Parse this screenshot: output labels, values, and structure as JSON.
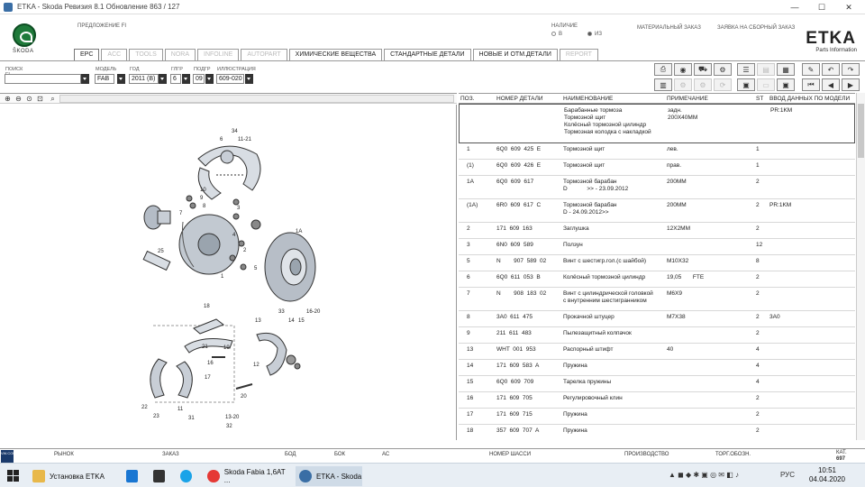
{
  "window": {
    "title": "ETKA - Skoda Ревизия 8.1 Обновление 863 / 127",
    "minimize": "—",
    "maximize": "☐",
    "close": "✕"
  },
  "header": {
    "proposal_label": "ПРЕДЛОЖЕНИЕ FI",
    "availability_label": "НАЛИЧИЕ",
    "radio_v": "В",
    "radio_iz": "ИЗ",
    "material_order": "МАТЕРИАЛЬНЫЙ ЗАКАЗ",
    "collective_order": "ЗАЯВКА НА СБОРНЫЙ ЗАКАЗ",
    "brand": "ŠKODA",
    "etka_logo": "ETKA",
    "etka_sub": "Parts Information"
  },
  "tabs": [
    {
      "label": "EPC",
      "state": "active"
    },
    {
      "label": "ACC",
      "state": "disabled"
    },
    {
      "label": "TOOLS",
      "state": "disabled"
    },
    {
      "label": "NORA",
      "state": "disabled"
    },
    {
      "label": "INFOLINE",
      "state": "disabled"
    },
    {
      "label": "AUTOPART",
      "state": "disabled"
    },
    {
      "label": "ХИМИЧЕСКИЕ ВЕЩЕСТВА",
      "state": "enabled"
    },
    {
      "label": "СТАНДАРТНЫЕ ДЕТАЛИ",
      "state": "enabled"
    },
    {
      "label": "НОВЫЕ И ОТМ.ДЕТАЛИ",
      "state": "enabled"
    },
    {
      "label": "REPORT",
      "state": "disabled"
    }
  ],
  "filters": {
    "search_label": "ПОИСК FI",
    "search_value": "",
    "model_label": "МОДЕЛЬ",
    "model_value": "FAB",
    "year_label": "ГОД",
    "year_value": "2011 (B)",
    "group_label": "ГЛГР",
    "group_value": "6",
    "subgroup_label": "ПОДГР",
    "subgroup_value": "09",
    "illustration_label": "ИЛЛЮСТРАЦИЯ",
    "illustration_value": "609-020"
  },
  "toolbar_icons": [
    "print-icon",
    "camera-icon",
    "car-icon",
    "list-icon",
    "doc-icon",
    "barcode-icon",
    "gearbox-icon",
    "engine-icon",
    "sync-icon",
    "basket-icon",
    "pin-icon",
    "back-icon",
    "first-icon",
    "prev-icon",
    "next-icon"
  ],
  "diagram": {
    "callouts": [
      "34",
      "6",
      "11-21",
      "10",
      "9",
      "8",
      "7",
      "3",
      "4",
      "2",
      "5",
      "1A",
      "1",
      "25",
      "18",
      "33",
      "14",
      "15",
      "16-20",
      "13",
      "21",
      "19",
      "12",
      "16",
      "17",
      "22",
      "23",
      "11",
      "31",
      "13-20",
      "32",
      "20"
    ]
  },
  "grid": {
    "headers": {
      "pos": "ПОЗ.",
      "part": "НОМЕР ДЕТАЛИ",
      "name": "НАИМЕНОВАНИЕ",
      "note": "ПРИМЕЧАНИЕ",
      "st": "ST",
      "model": "ВВОД ДАННЫХ ПО МОДЕЛИ"
    },
    "rows": [
      {
        "pos": "",
        "part": "",
        "name": "Барабанные тормоза\nТормозной щит\nКолёсный тормозной цилиндр\nТормозная колодка с накладкой",
        "note": "задн.\n200X40MM",
        "st": "",
        "model": "PR:1KM"
      },
      {
        "pos": "1",
        "part": "6Q0  609  425  E",
        "name": "Тормозной щит",
        "note": "лев.",
        "st": "1",
        "model": ""
      },
      {
        "pos": "(1)",
        "part": "6Q0  609  426  E",
        "name": "Тормозной щит",
        "note": "прав.",
        "st": "1",
        "model": ""
      },
      {
        "pos": "1A",
        "part": "6Q0  609  617",
        "name": "Тормозной барабан\nD            >> - 23.09.2012",
        "note": "200MM",
        "st": "2",
        "model": ""
      },
      {
        "pos": "(1A)",
        "part": "6R0  609  617  C",
        "name": "Тормозной барабан\nD - 24.09.2012>>",
        "note": "200MM",
        "st": "2",
        "model": "PR:1KM"
      },
      {
        "pos": "2",
        "part": "171  609  163",
        "name": "Заглушка",
        "note": "12X2MM",
        "st": "2",
        "model": ""
      },
      {
        "pos": "3",
        "part": "6N0  609  589",
        "name": "Ползун",
        "note": "",
        "st": "12",
        "model": ""
      },
      {
        "pos": "5",
        "part": "N        907  589  02",
        "name": "Винт с шестигр.гол.(с шайбой)",
        "note": "M10X32",
        "st": "8",
        "model": ""
      },
      {
        "pos": "6",
        "part": "6Q0  611  053  B",
        "name": "Колёсный тормозной цилиндр",
        "note": "19,05       FTE",
        "st": "2",
        "model": ""
      },
      {
        "pos": "7",
        "part": "N        908  183  02",
        "name": "Винт с цилиндрической головкой\nс внутренним шестигранником",
        "note": "M6X9",
        "st": "2",
        "model": ""
      },
      {
        "pos": "8",
        "part": "3A0  611  475",
        "name": "Прокачной штуцер",
        "note": "M7X38",
        "st": "2",
        "model": "3A0"
      },
      {
        "pos": "9",
        "part": "211  611  483",
        "name": "Пылезащитный колпачок",
        "note": "",
        "st": "2",
        "model": ""
      },
      {
        "pos": "13",
        "part": "WHT  001  953",
        "name": "Распорный штифт",
        "note": "40",
        "st": "4",
        "model": ""
      },
      {
        "pos": "14",
        "part": "171  609  583  A",
        "name": "Пружина",
        "note": "",
        "st": "4",
        "model": ""
      },
      {
        "pos": "15",
        "part": "6Q0  609  709",
        "name": "Тарелка пружины",
        "note": "",
        "st": "4",
        "model": ""
      },
      {
        "pos": "16",
        "part": "171  609  705",
        "name": "Регулировочный клин",
        "note": "",
        "st": "2",
        "model": ""
      },
      {
        "pos": "17",
        "part": "171  609  715",
        "name": "Пружина",
        "note": "",
        "st": "2",
        "model": ""
      },
      {
        "pos": "18",
        "part": "357  609  707  A",
        "name": "Пружина",
        "note": "",
        "st": "2",
        "model": ""
      }
    ]
  },
  "statusbar": {
    "vwcom": "VW.COM",
    "rynok": "РЫНОК",
    "zakaz": "ЗАКАЗ",
    "bod": "БОД",
    "bok": "БОК",
    "as": "АС",
    "chassis": "НОМЕР ШАССИ",
    "production": "ПРОИЗВОДСТВО",
    "trade": "ТОРГ.ОБОЗН.",
    "kat_label": "КАТ.",
    "kat_value": "697"
  },
  "taskbar": {
    "items": [
      {
        "label": "Установка ETKA",
        "icon": "folder-icon",
        "color": "#e8b84a"
      },
      {
        "label": "",
        "icon": "edge-icon",
        "color": "#1976d2"
      },
      {
        "label": "",
        "icon": "mail-icon",
        "color": "#333333"
      },
      {
        "label": "",
        "icon": "skype-icon",
        "color": "#1aa3e8"
      },
      {
        "label": "Skoda Fabia 1,6AT ...",
        "icon": "yandex-icon",
        "color": "#e53935"
      },
      {
        "label": "ETKA - Skoda",
        "icon": "etka-icon",
        "color": "#3a6ea5"
      }
    ],
    "lang": "РУС",
    "time": "10:51",
    "date": "04.04.2020"
  },
  "colors": {
    "skoda_green": "#1f7a3a",
    "grid_border": "#999999",
    "taskbar_bg": "#e8eef4"
  }
}
